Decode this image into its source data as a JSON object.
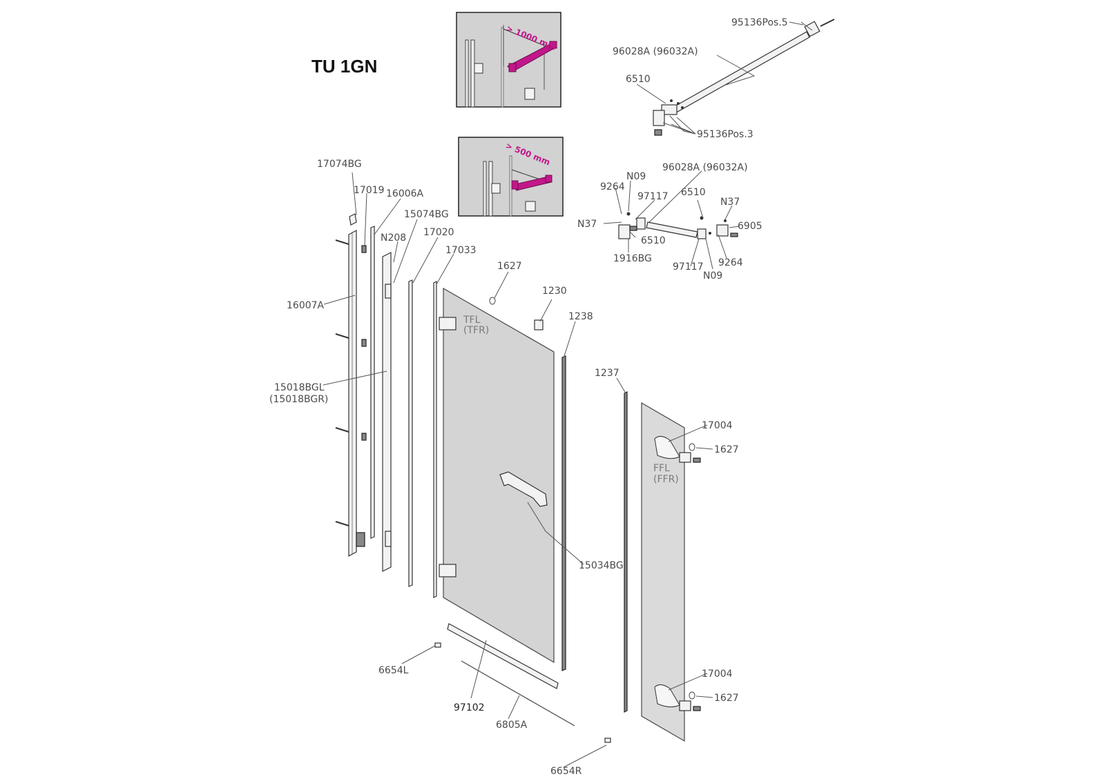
{
  "title": "TU 1GN",
  "colors": {
    "accent": "#c2178a",
    "glass": "#d4d4d4",
    "line": "#333333"
  },
  "insets": {
    "top": {
      "dimension": "> 1000 mm"
    },
    "bottom": {
      "dimension": "> 500 mm"
    }
  },
  "glass_labels": {
    "door": [
      "TFL",
      "(TFR)"
    ],
    "fixed": [
      "FFL",
      "(FFR)"
    ]
  },
  "labels": {
    "l95136pos5": "95136Pos.5",
    "l96028a_top": "96028A (96032A)",
    "l6510_top": "6510",
    "l95136pos3": "95136Pos.3",
    "l17074bg": "17074BG",
    "l17019": "17019",
    "l16006a": "16006A",
    "l15074bg": "15074BG",
    "ln208": "N208",
    "l17020": "17020",
    "l17033": "17033",
    "l16007a": "16007A",
    "l15018bgl": "15018BGL",
    "l15018bgr": "(15018BGR)",
    "l1627_top": "1627",
    "l1230": "1230",
    "l1238": "1238",
    "l1237": "1237",
    "l15034bg": "15034BG",
    "l17004_a": "17004",
    "l1627_a": "1627",
    "l17004_b": "17004",
    "l1627_b": "1627",
    "l6654l": "6654L",
    "l97102": "97102",
    "l6805a": "6805A",
    "l6654r": "6654R",
    "l96028a_mid": "96028A (96032A)",
    "ln09_a": "N09",
    "l9264_a": "9264",
    "l97117_a": "97117",
    "l6510_a": "6510",
    "ln37_a": "N37",
    "ln37_b": "N37",
    "l6905": "6905",
    "l6510_b": "6510",
    "l1916bg": "1916BG",
    "l97117_b": "97117",
    "ln09_b": "N09",
    "l9264_b": "9264"
  }
}
